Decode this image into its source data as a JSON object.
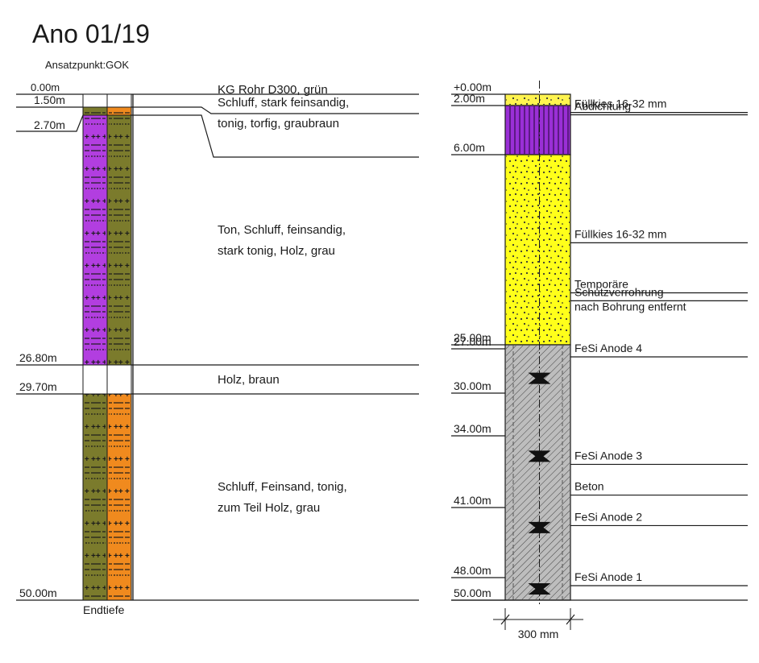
{
  "header": {
    "title": "Ano 01/19",
    "subtitle": "Ansatzpunkt:GOK"
  },
  "left_profile": {
    "top_label": "0.00m",
    "end_label": "Endtiefe",
    "depth_labels": [
      {
        "depth": 1.5,
        "text": "1.50m"
      },
      {
        "depth": 2.7,
        "text": "2.70m"
      },
      {
        "depth": 26.8,
        "text": "26.80m"
      },
      {
        "depth": 29.7,
        "text": "29.70m"
      },
      {
        "depth": 50.0,
        "text": "50.00m"
      }
    ],
    "layers": [
      {
        "top": 0.0,
        "bottom": 1.5,
        "col_a": "#ffffff",
        "col_b": "#ffffff",
        "description": [
          "KG Rohr D300, grün"
        ]
      },
      {
        "top": 1.5,
        "bottom": 2.7,
        "col_a": "#7b7b2c",
        "col_b": "#f08a1e",
        "description": [
          "Schluff, stark feinsandig,",
          "tonig, torfig, graubraun"
        ]
      },
      {
        "top": 2.7,
        "bottom": 26.8,
        "col_a": "#b23ee0",
        "col_b": "#7b7b2c",
        "description": [
          "Ton, Schluff, feinsandig,",
          "stark tonig, Holz, grau"
        ]
      },
      {
        "top": 26.8,
        "bottom": 29.7,
        "col_a": "#ffffff",
        "col_b": "#ffffff",
        "description": [
          "Holz, braun"
        ]
      },
      {
        "top": 29.7,
        "bottom": 50.0,
        "col_a": "#7b7b2c",
        "col_b": "#f08a1e",
        "description": [
          "Schluff, Feinsand, tonig,",
          "zum Teil Holz, grau"
        ]
      }
    ]
  },
  "right_profile": {
    "width_label": "300 mm",
    "depth_labels": [
      {
        "depth": 0.0,
        "text": "+0.00m"
      },
      {
        "depth": 2.0,
        "text": "2.00m"
      },
      {
        "depth": 6.0,
        "text": "6.00m"
      },
      {
        "depth": 25.0,
        "text": "25.00m"
      },
      {
        "depth": 27.0,
        "text": "27.00m"
      },
      {
        "depth": 30.0,
        "text": "30.00m"
      },
      {
        "depth": 34.0,
        "text": "34.00m"
      },
      {
        "depth": 41.0,
        "text": "41.00m"
      },
      {
        "depth": 48.0,
        "text": "48.00m"
      },
      {
        "depth": 50.0,
        "text": "50.00m"
      }
    ],
    "segments": [
      {
        "top": 0.0,
        "bottom": 2.0,
        "fill": "#fff44f",
        "pattern": "dots"
      },
      {
        "top": 2.0,
        "bottom": 6.0,
        "fill": "#9a2fd6",
        "pattern": "vlines"
      },
      {
        "top": 6.0,
        "bottom": 25.0,
        "fill": "#ffff1a",
        "pattern": "dots"
      },
      {
        "top": 25.0,
        "bottom": 50.0,
        "fill": "#bdbdbd",
        "pattern": "hatch"
      }
    ],
    "anodes": [
      {
        "depth": 29.0,
        "label": "FeSi Anode 4"
      },
      {
        "depth": 36.0,
        "label": "FeSi Anode 3"
      },
      {
        "depth": 43.0,
        "label": "FeSi Anode 2"
      },
      {
        "depth": 49.0,
        "label": "FeSi Anode 1"
      }
    ],
    "annotations": [
      {
        "line_y_depth": 1.8,
        "lines": [
          "Füllkies 16-32 mm"
        ]
      },
      {
        "line_y_depth": 2.1,
        "lines": [
          "Abdichtung"
        ]
      },
      {
        "line_y_depth": 14.0,
        "lines": [
          "Füllkies 16-32 mm"
        ]
      },
      {
        "line_y_depth": 19.0,
        "lines": [
          "Temporäre"
        ]
      },
      {
        "line_y_depth": 19.8,
        "lines": [
          "Schutzverrohrung",
          "nach Bohrung entfernt"
        ]
      },
      {
        "line_y_depth": 27.0,
        "lines": [
          "FeSi Anode 4"
        ]
      },
      {
        "line_y_depth": 36.0,
        "lines": [
          "FeSi Anode 3"
        ]
      },
      {
        "line_y_depth": 39.0,
        "lines": [
          "Beton"
        ]
      },
      {
        "line_y_depth": 42.0,
        "lines": [
          "FeSi Anode 2"
        ]
      },
      {
        "line_y_depth": 48.0,
        "lines": [
          "FeSi Anode 1"
        ]
      }
    ]
  }
}
